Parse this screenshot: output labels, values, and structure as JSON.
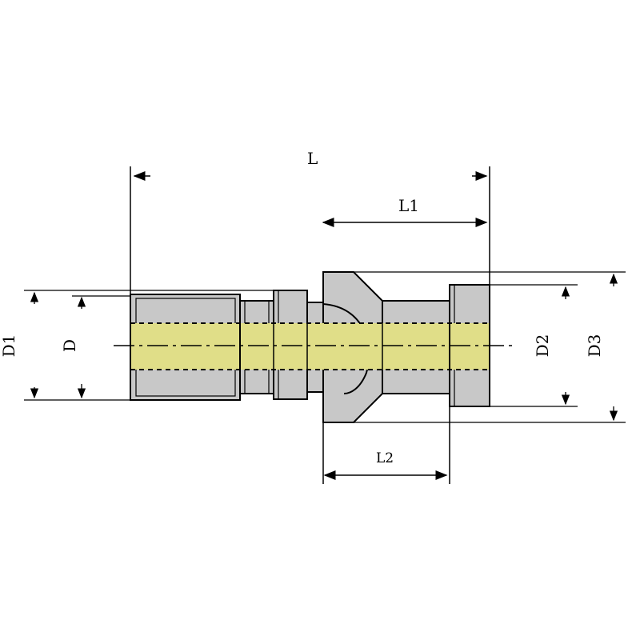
{
  "labels": {
    "L": "L",
    "L1": "L1",
    "L2": "L2",
    "D1": "D1",
    "D": "D",
    "D2": "D2",
    "D3": "D3"
  },
  "colors": {
    "body": "#c8c8c8",
    "core": "#e0de88",
    "line": "#000000",
    "accent": "#d4c85a"
  }
}
